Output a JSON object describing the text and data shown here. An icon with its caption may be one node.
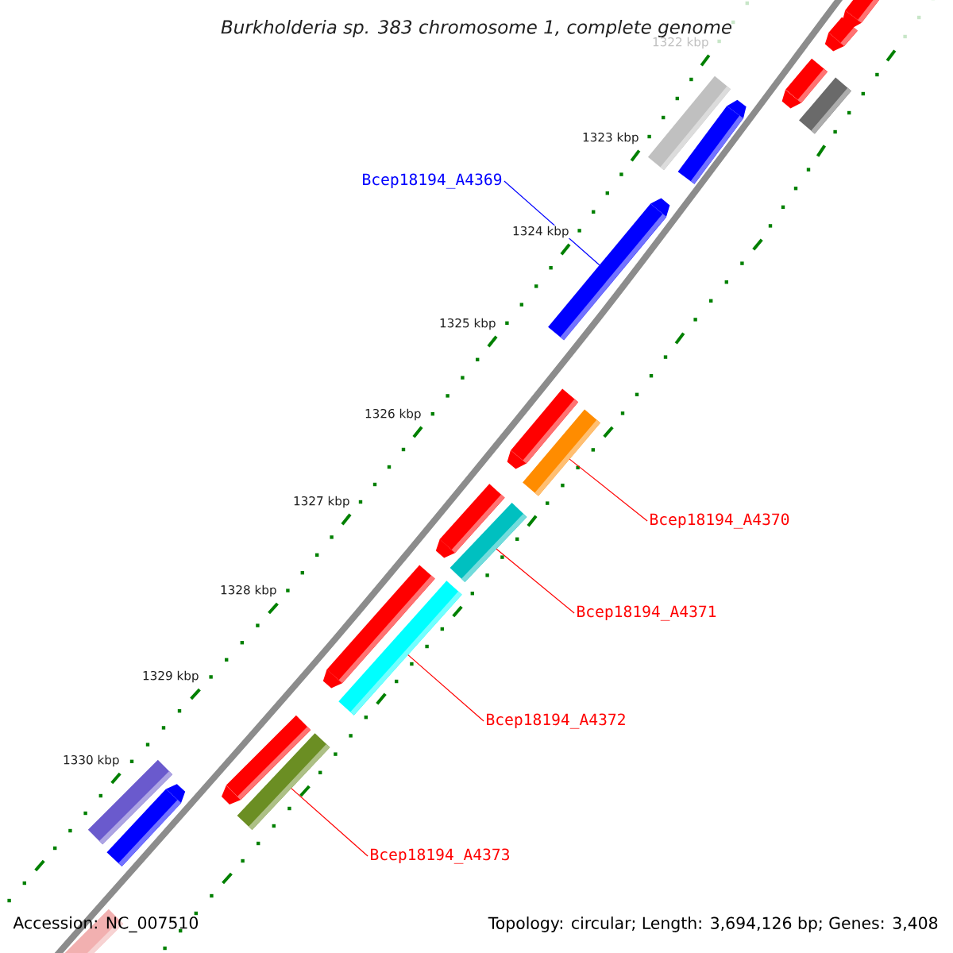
{
  "diagram": {
    "title": "Burkholderia sp. 383 chromosome 1, complete genome",
    "nodes": [
      {
        "text": [],
        "shape": "bar"
      },
      {
        "text": [],
        "shape": "bar"
      },
      {
        "text": [],
        "shape": "bar"
      },
      {
        "text": [],
        "shape": "bar"
      },
      {
        "text": [],
        "shape": "bar"
      },
      {
        "text": [],
        "shape": "bar"
      },
      {
        "text": [
          "Bcep18194_A4369"
        ]
      },
      {
        "text": [],
        "shape": "bar"
      },
      {
        "text": [],
        "shape": "bar"
      },
      {
        "text": [],
        "shape": "bar"
      },
      {
        "text": [
          "Bcep18194_A4370"
        ]
      },
      {
        "text": [],
        "shape": "bar"
      },
      {
        "text": [],
        "shape": "bar"
      },
      {
        "text": [
          "Bcep18194_A4371"
        ]
      },
      {
        "text": [],
        "shape": "bar"
      },
      {
        "text": [],
        "shape": "bar"
      },
      {
        "text": [
          "Bcep18194_A4372"
        ]
      },
      {
        "text": [],
        "shape": "bar"
      },
      {
        "text": [],
        "shape": "bar"
      },
      {
        "text": [],
        "shape": "bar"
      },
      {
        "text": [],
        "shape": "bar"
      },
      {
        "text": [
          "Bcep18194_A4373"
        ]
      },
      {
        "text": [],
        "shape": "bar"
      }
    ],
    "edges": [
      {
        "from": 6,
        "to": 7,
        "arrow": "none",
        "color": "#0000ff"
      },
      {
        "from": 10,
        "to": 9,
        "arrow": "none"
      },
      {
        "from": 13,
        "to": 12,
        "arrow": "none"
      },
      {
        "from": 16,
        "to": 15,
        "arrow": "none"
      },
      {
        "from": 21,
        "to": 18,
        "arrow": "none"
      }
    ],
    "labels": [
      "1322 kbp",
      "1323 kbp",
      "1324 kbp",
      "1325 kbp",
      "1326 kbp",
      "1327 kbp",
      "1328 kbp",
      "1329 kbp",
      "1330 kbp",
      "Accession: NC_007510",
      "Topology: circular; Length: 3,694,126 bp; Genes: 3,408"
    ]
  }
}
